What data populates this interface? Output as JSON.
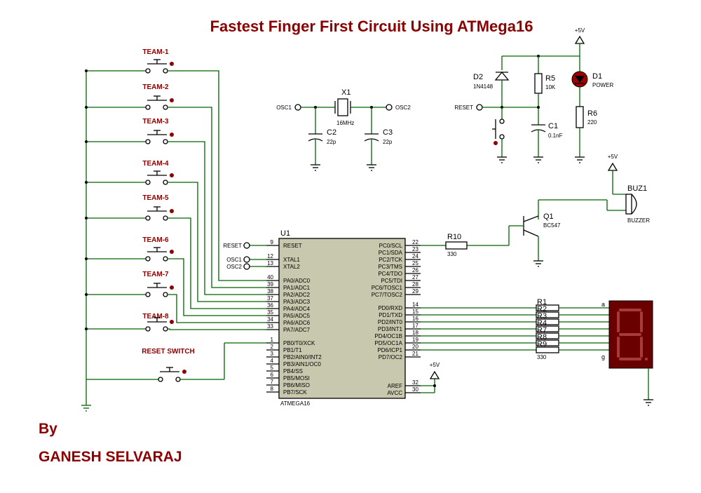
{
  "title": "Fastest Finger First Circuit Using ATMega16",
  "author_by": "By",
  "author_name": "GANESH SELVARAJ",
  "teams": [
    "TEAM-1",
    "TEAM-2",
    "TEAM-3",
    "TEAM-4",
    "TEAM-5",
    "TEAM-6",
    "TEAM-7",
    "TEAM-8"
  ],
  "reset_switch": "RESET SWITCH",
  "crystal": {
    "ref": "X1",
    "value": "16MHz",
    "osc1": "OSC1",
    "osc2": "OSC2"
  },
  "caps": {
    "c2_ref": "C2",
    "c2_val": "22p",
    "c3_ref": "C3",
    "c3_val": "22p",
    "c1_ref": "C1",
    "c1_val": "0.1nF"
  },
  "reset_net": {
    "d2_ref": "D2",
    "d2_val": "1N4148",
    "r5_ref": "R5",
    "r5_val": "10K",
    "label": "RESET",
    "vcc": "+5V"
  },
  "power_led": {
    "d1_ref": "D1",
    "d1_val": "POWER",
    "r6_ref": "R6",
    "r6_val": "220"
  },
  "buzzer": {
    "ref": "BUZ1",
    "value": "BUZZER",
    "vcc": "+5V"
  },
  "transistor": {
    "ref": "Q1",
    "value": "BC547"
  },
  "r10": {
    "ref": "R10",
    "value": "330"
  },
  "rpack": {
    "refs": [
      "R1",
      "R2",
      "R3",
      "R4",
      "R7",
      "R8",
      "R9"
    ],
    "value": "330"
  },
  "seg": {
    "a": "a",
    "g": "g"
  },
  "mcu": {
    "ref": "U1",
    "name": "ATMEGA16",
    "vcc": "+5V",
    "left_in": [
      {
        "num": "9",
        "pin": "RESET",
        "net": "RESET"
      },
      {
        "num": "12",
        "pin": "XTAL1",
        "net": "OSC1"
      },
      {
        "num": "13",
        "pin": "XTAL2",
        "net": "OSC2"
      }
    ],
    "porta": [
      {
        "num": "40",
        "pin": "PA0/ADC0"
      },
      {
        "num": "39",
        "pin": "PA1/ADC1"
      },
      {
        "num": "38",
        "pin": "PA2/ADC2"
      },
      {
        "num": "37",
        "pin": "PA3/ADC3"
      },
      {
        "num": "36",
        "pin": "PA4/ADC4"
      },
      {
        "num": "35",
        "pin": "PA5/ADC5"
      },
      {
        "num": "34",
        "pin": "PA6/ADC6"
      },
      {
        "num": "33",
        "pin": "PA7/ADC7"
      }
    ],
    "portb": [
      {
        "num": "1",
        "pin": "PB0/T0/XCK"
      },
      {
        "num": "2",
        "pin": "PB1/T1"
      },
      {
        "num": "3",
        "pin": "PB2/AIN0/INT2"
      },
      {
        "num": "4",
        "pin": "PB3/AIN1/OC0"
      },
      {
        "num": "5",
        "pin": "PB4/SS"
      },
      {
        "num": "6",
        "pin": "PB5/MOSI"
      },
      {
        "num": "7",
        "pin": "PB6/MISO"
      },
      {
        "num": "8",
        "pin": "PB7/SCK"
      }
    ],
    "portc": [
      {
        "num": "22",
        "pin": "PC0/SCL"
      },
      {
        "num": "23",
        "pin": "PC1/SDA"
      },
      {
        "num": "24",
        "pin": "PC2/TCK"
      },
      {
        "num": "25",
        "pin": "PC3/TMS"
      },
      {
        "num": "26",
        "pin": "PC4/TDO"
      },
      {
        "num": "27",
        "pin": "PC5/TDI"
      },
      {
        "num": "28",
        "pin": "PC6/TOSC1"
      },
      {
        "num": "29",
        "pin": "PC7/TOSC2"
      }
    ],
    "portd": [
      {
        "num": "14",
        "pin": "PD0/RXD"
      },
      {
        "num": "15",
        "pin": "PD1/TXD"
      },
      {
        "num": "16",
        "pin": "PD2/INT0"
      },
      {
        "num": "17",
        "pin": "PD3/INT1"
      },
      {
        "num": "18",
        "pin": "PD4/OC1B"
      },
      {
        "num": "19",
        "pin": "PD5/OC1A"
      },
      {
        "num": "20",
        "pin": "PD6/ICP1"
      },
      {
        "num": "21",
        "pin": "PD7/OC2"
      }
    ],
    "power": [
      {
        "num": "32",
        "pin": "AREF"
      },
      {
        "num": "30",
        "pin": "AVCC"
      }
    ]
  }
}
